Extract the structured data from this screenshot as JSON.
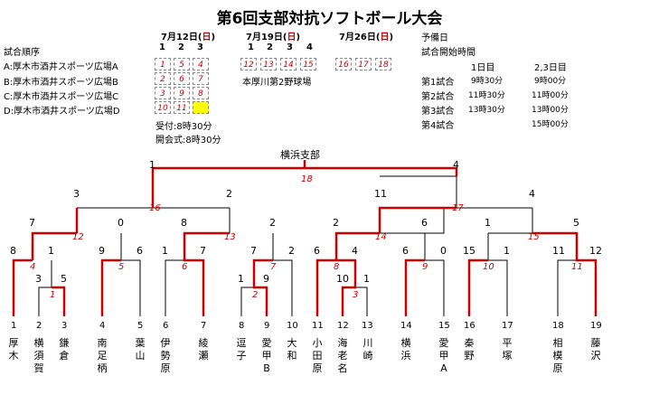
{
  "title": "第6回支部対抗ソフトボール大会",
  "schedule": {
    "order_label": "試合順序",
    "day1": {
      "date": "7月12日(",
      "dow": "日",
      "close": ")",
      "cols": [
        "1",
        "2",
        "3"
      ]
    },
    "day2": {
      "date": "7月19日(",
      "dow": "日",
      "close": ")",
      "cols": [
        "1",
        "2",
        "3",
        "4"
      ]
    },
    "day3": {
      "date": "7月26日(",
      "dow": "日",
      "close": ")"
    },
    "venues": [
      "A:厚木市酒井スポーツ広場A",
      "B:厚木市酒井スポーツ広場B",
      "C:厚木市酒井スポーツ広場C",
      "D:厚木市酒井スポーツ広場D"
    ],
    "day1_grid": [
      [
        "1",
        "5",
        "4"
      ],
      [
        "2",
        "6",
        "7"
      ],
      [
        "3",
        "9",
        "8"
      ],
      [
        "10",
        "11",
        ""
      ]
    ],
    "day2_games": [
      "12",
      "13",
      "14",
      "15"
    ],
    "day2_venue": "本厚川第2野球場",
    "day3_games": [
      "16",
      "17",
      "18"
    ],
    "reception": "受付:8時30分",
    "opening": "開会式:8時30分"
  },
  "times": {
    "reserve": "予備日",
    "start_label": "試合開始時間",
    "col1": "1日目",
    "col2": "2,3日目",
    "rows": [
      {
        "label": "第1試合",
        "a": "9時30分",
        "b": "9時00分"
      },
      {
        "label": "第2試合",
        "a": "11時30分",
        "b": "11時00分"
      },
      {
        "label": "第3試合",
        "a": "13時30分",
        "b": "13時00分"
      },
      {
        "label": "第4試合",
        "a": "",
        "b": "15時00分"
      }
    ]
  },
  "bracket": {
    "champion": "横浜支部",
    "teams": [
      {
        "n": "1",
        "name": "厚木"
      },
      {
        "n": "2",
        "name": "横須賀"
      },
      {
        "n": "3",
        "name": "鎌倉"
      },
      {
        "n": "4",
        "name": "南足柄"
      },
      {
        "n": "5",
        "name": "葉山"
      },
      {
        "n": "6",
        "name": "伊勢原"
      },
      {
        "n": "7",
        "name": "綾瀬"
      },
      {
        "n": "8",
        "name": "逗子"
      },
      {
        "n": "9",
        "name": "愛甲B"
      },
      {
        "n": "10",
        "name": "大和"
      },
      {
        "n": "11",
        "name": "小田原"
      },
      {
        "n": "12",
        "name": "海老名"
      },
      {
        "n": "13",
        "name": "川崎"
      },
      {
        "n": "14",
        "name": "横浜"
      },
      {
        "n": "15",
        "name": "愛甲A"
      },
      {
        "n": "16",
        "name": "秦野"
      },
      {
        "n": "17",
        "name": "平塚"
      },
      {
        "n": "18",
        "name": "相模原"
      },
      {
        "n": "19",
        "name": "藤沢"
      }
    ],
    "games": [
      "1",
      "2",
      "3",
      "4",
      "5",
      "6",
      "7",
      "8",
      "9",
      "10",
      "11",
      "12",
      "13",
      "14",
      "15",
      "16",
      "17",
      "18"
    ],
    "scores": [
      "1",
      "4",
      "3",
      "2",
      "11",
      "4",
      "7",
      "0",
      "8",
      "2",
      "2",
      "6",
      "1",
      "5",
      "8",
      "1",
      "9",
      "6",
      "1",
      "7",
      "7",
      "2",
      "6",
      "4",
      "6",
      "0",
      "15",
      "1",
      "11",
      "12",
      "3",
      "5",
      "1",
      "9",
      "10",
      "1"
    ]
  },
  "colors": {
    "win": "#cc0000",
    "line": "#000000",
    "highlight": "#ffff00"
  }
}
